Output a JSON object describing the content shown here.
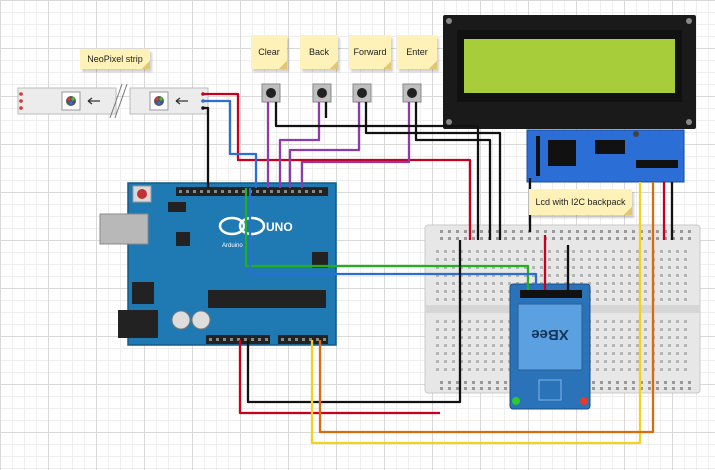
{
  "notes": {
    "neopixel": "NeoPixel strip",
    "clear": "Clear",
    "back": "Back",
    "forward": "Forward",
    "enter": "Enter",
    "lcd": "Lcd with I2C backpack"
  },
  "board": {
    "logo": "UNO",
    "brand": "Arduino"
  },
  "xbee": {
    "label": "XBee"
  },
  "colors": {
    "arduino": "#1f79b3",
    "lcd_screen": "#a8cd3a",
    "i2c_backpack": "#2b6fd6",
    "xbee": "#2a73b8",
    "wire_red": "#c8001e",
    "wire_black": "#111111",
    "wire_blue": "#2a6fd1",
    "wire_green": "#20b020",
    "wire_purple": "#8e3aa8",
    "wire_yellow": "#f2d21c",
    "wire_orange": "#d96b0f"
  }
}
